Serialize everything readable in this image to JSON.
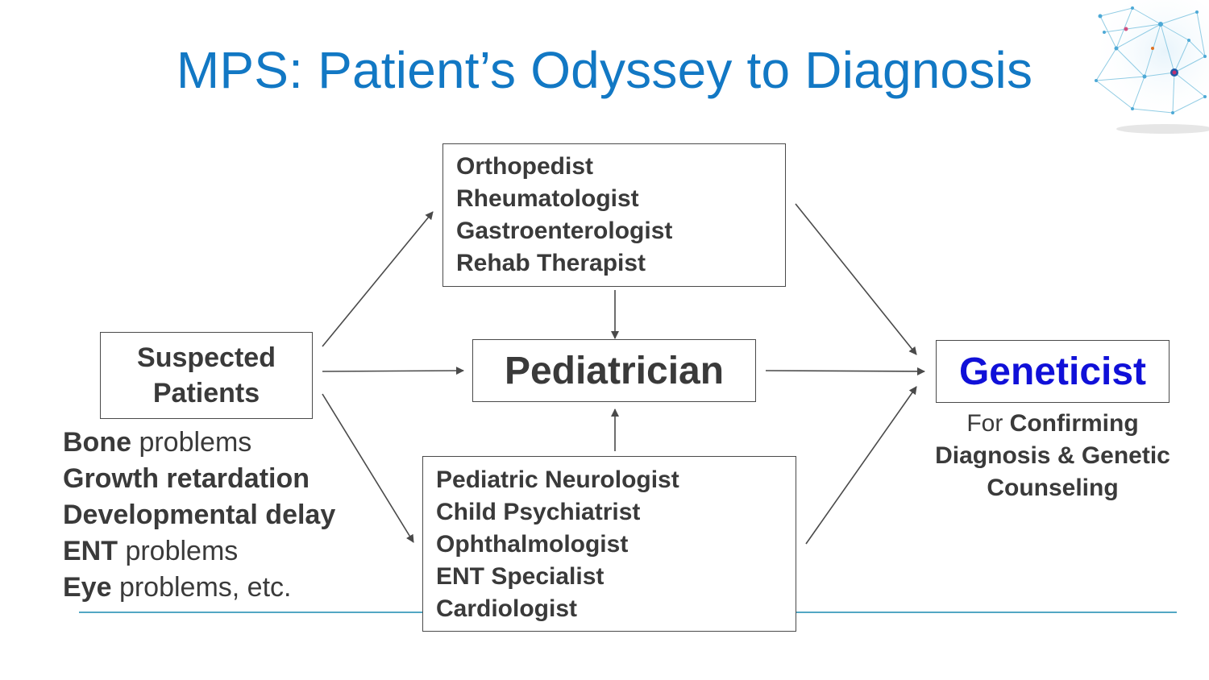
{
  "title": "MPS: Patient’s Odyssey to Diagnosis",
  "colors": {
    "title": "#1278c4",
    "geneticist": "#1010d8",
    "text": "#3a3a3a",
    "divider": "#1a8ab0"
  },
  "top_box": {
    "items": [
      "Orthopedist",
      "Rheumatologist",
      "Gastroenterologist",
      "Rehab Therapist"
    ]
  },
  "pediatrician": {
    "label": "Pediatrician"
  },
  "suspected": {
    "line1": "Suspected",
    "line2": "Patients"
  },
  "geneticist": {
    "label": "Geneticist",
    "note_prefix": "For ",
    "note_bold1": "Confirming",
    "note_line2": "Diagnosis & Genetic",
    "note_line3": "Counseling"
  },
  "bottom_box": {
    "items": [
      "Pediatric Neurologist",
      "Child Psychiatrist",
      "Ophthalmologist",
      "ENT Specialist",
      "Cardiologist"
    ]
  },
  "symptoms": [
    {
      "bold": "Bone",
      "rest": " problems"
    },
    {
      "bold": "Growth retardation",
      "rest": ""
    },
    {
      "bold": "Developmental delay",
      "rest": ""
    },
    {
      "bold": "ENT",
      "rest": " problems"
    },
    {
      "bold": "Eye",
      "rest": " problems, etc."
    }
  ],
  "icons": {
    "corner": "network-globe-icon"
  }
}
